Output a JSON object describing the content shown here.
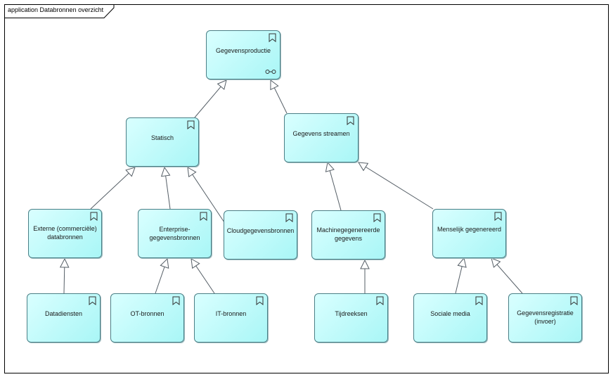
{
  "frame": {
    "title": "application Databronnen overzicht"
  },
  "nodes": {
    "gegevensproductie": {
      "label": "Gegevensproductie"
    },
    "statisch": {
      "label": "Statisch"
    },
    "gegevens_streamen": {
      "label": "Gegevens streamen"
    },
    "externe": {
      "label_line1": "Externe (commerciële)",
      "label_line2": "databronnen"
    },
    "enterprise": {
      "label": "Enterprise-gegevensbronnen"
    },
    "cloud": {
      "label": "Cloudgegevensbronnen"
    },
    "machine": {
      "label_line1": "Machinegegenereerde",
      "label_line2": "gegevens"
    },
    "menselijk": {
      "label": "Menselijk gegenereerd"
    },
    "datadiensten": {
      "label": "Datadiensten"
    },
    "ot_bronnen": {
      "label": "OT-bronnen"
    },
    "it_bronnen": {
      "label": "IT-bronnen"
    },
    "tijdreeksen": {
      "label": "Tijdreeksen"
    },
    "sociale_media": {
      "label": "Sociale media"
    },
    "gegevensregistratie": {
      "label_line1": "Gegevensregistratie",
      "label_line2": "(invoer)"
    }
  },
  "edges": [
    {
      "from": "statisch",
      "to": "gegevensproductie",
      "type": "specialization"
    },
    {
      "from": "gegevens_streamen",
      "to": "gegevensproductie",
      "type": "specialization"
    },
    {
      "from": "externe",
      "to": "statisch",
      "type": "specialization"
    },
    {
      "from": "enterprise",
      "to": "statisch",
      "type": "specialization"
    },
    {
      "from": "cloud",
      "to": "statisch",
      "type": "specialization"
    },
    {
      "from": "machine",
      "to": "gegevens_streamen",
      "type": "specialization"
    },
    {
      "from": "menselijk",
      "to": "gegevens_streamen",
      "type": "specialization"
    },
    {
      "from": "datadiensten",
      "to": "externe",
      "type": "specialization"
    },
    {
      "from": "ot_bronnen",
      "to": "enterprise",
      "type": "specialization"
    },
    {
      "from": "it_bronnen",
      "to": "enterprise",
      "type": "specialization"
    },
    {
      "from": "tijdreeksen",
      "to": "machine",
      "type": "specialization"
    },
    {
      "from": "sociale_media",
      "to": "menselijk",
      "type": "specialization"
    },
    {
      "from": "gegevensregistratie",
      "to": "menselijk",
      "type": "specialization"
    }
  ],
  "colors": {
    "node_fill": "#b8fafa",
    "node_border": "#4a7f86",
    "edge": "#555e66",
    "frame": "#000000"
  },
  "icons": {
    "node_marker": "bookmark-icon",
    "product_marker": "link-icon"
  }
}
